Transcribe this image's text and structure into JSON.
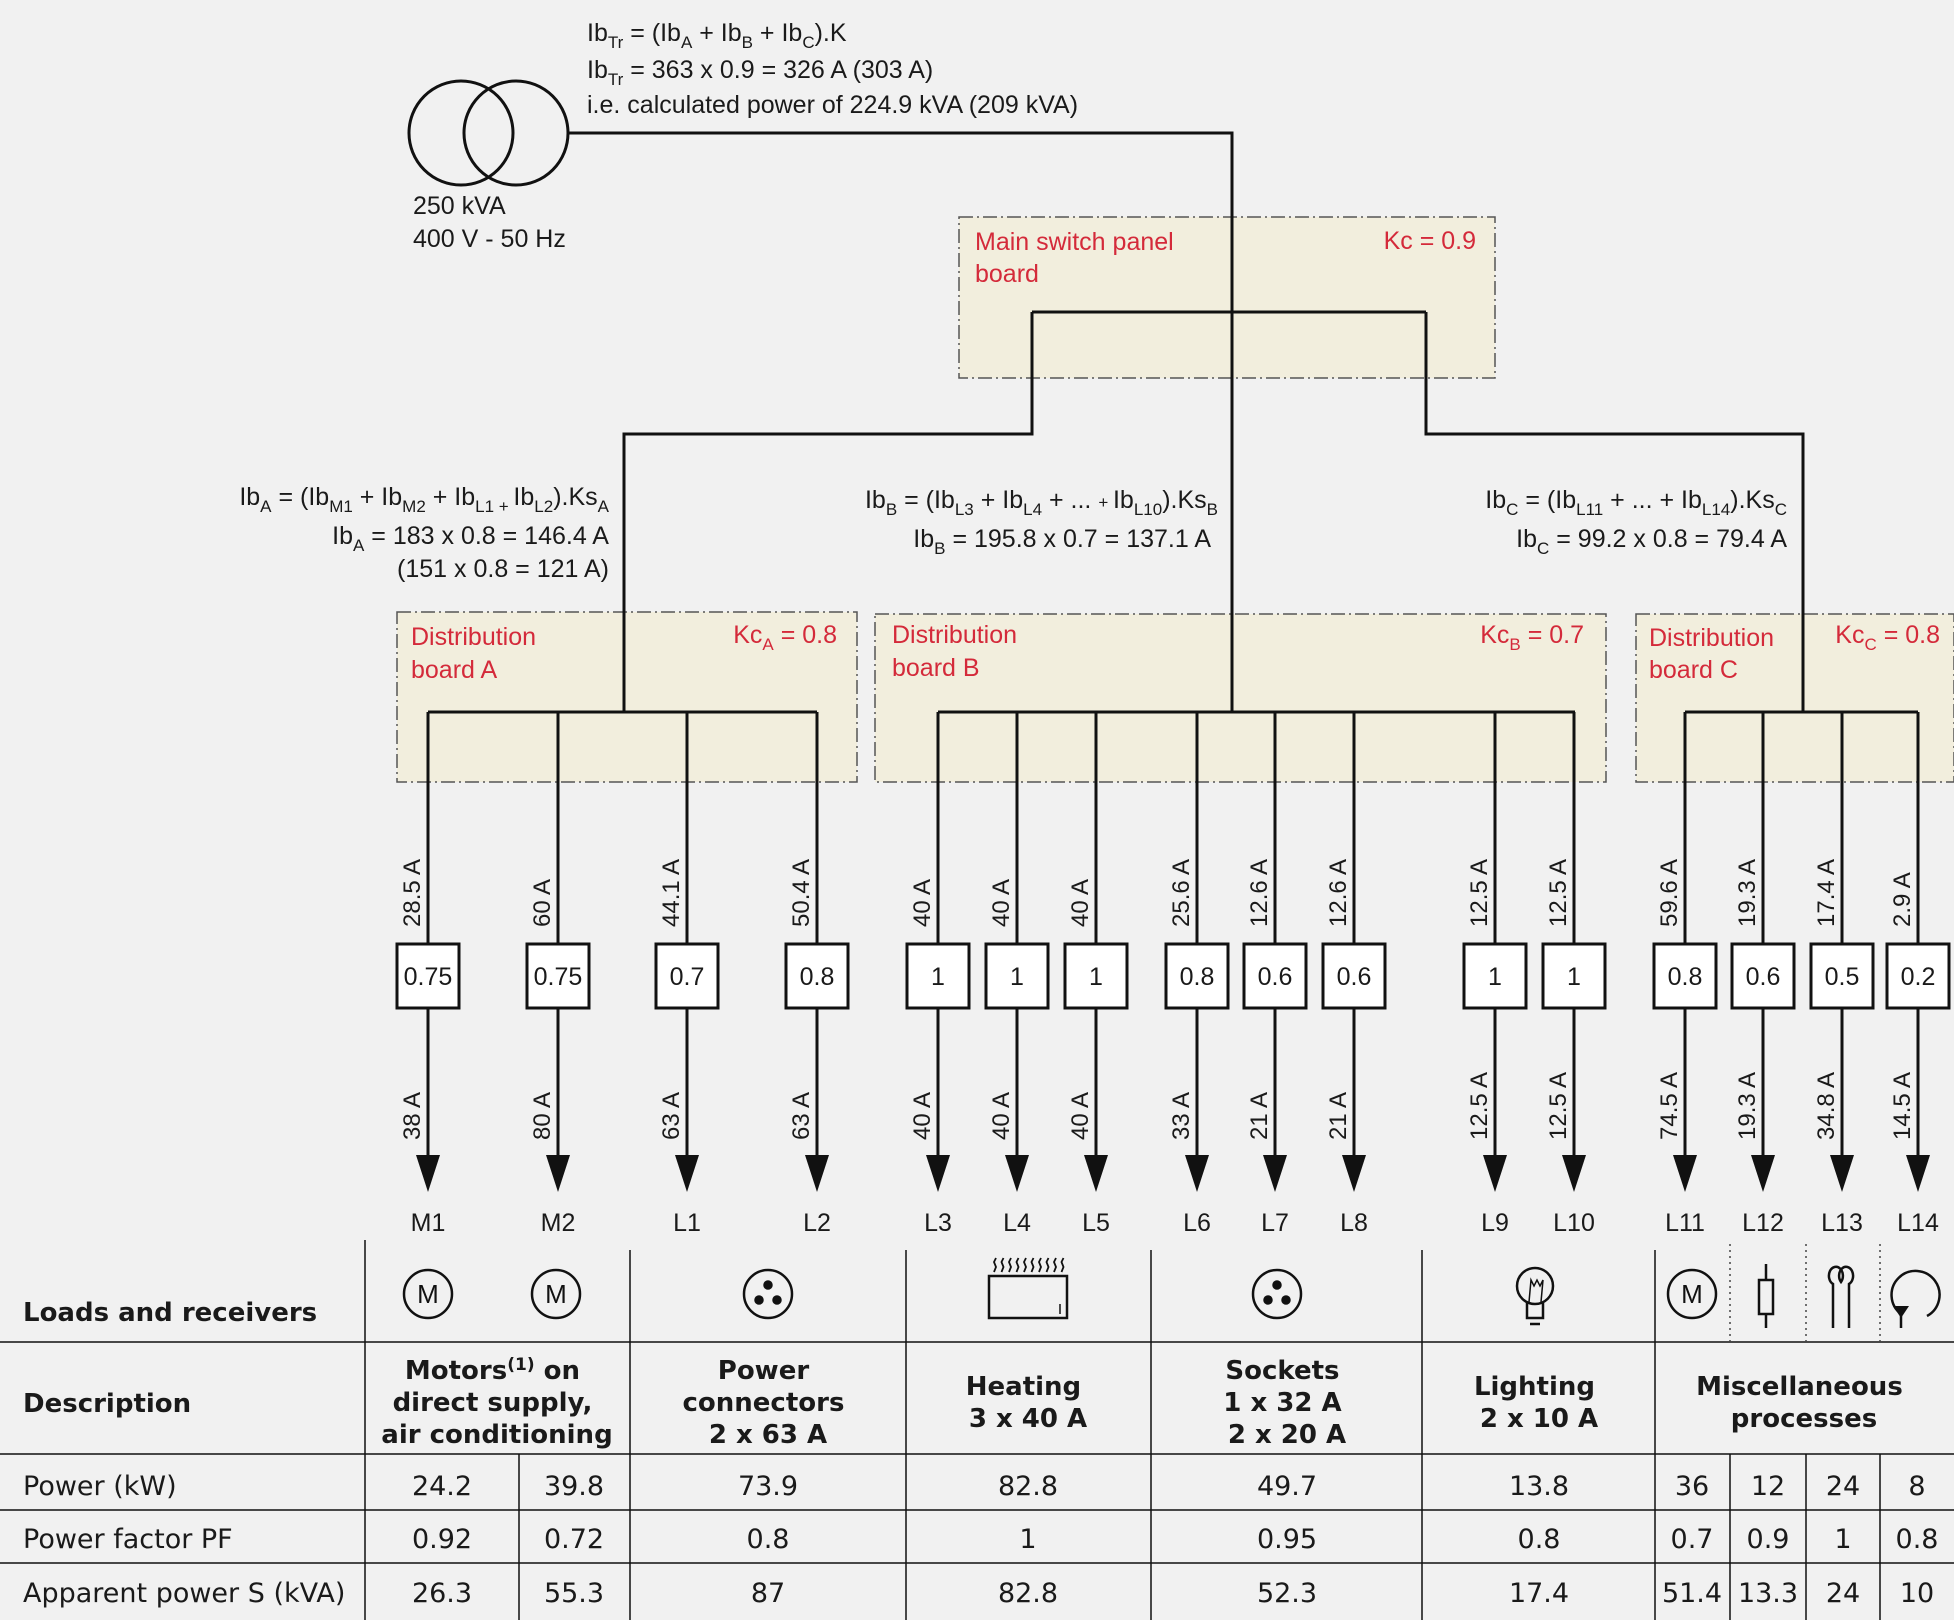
{
  "transformer": {
    "formula_lines": [
      "IbTr = (IbA + IbB + IbC).K",
      "IbTr = 363 x 0.9 = 326 A (303 A)",
      "i.e. calculated power of 224.9 kVA (209 kVA)"
    ],
    "rating": "250 kVA",
    "voltage": "400 V - 50 Hz"
  },
  "main_board": {
    "label": [
      "Main switch panel",
      "board"
    ],
    "kc": "Kc = 0.9"
  },
  "branch_formulas": {
    "A": [
      "IbA = (IbM1 + IbM2 + IbL1 + IbL2).KsA",
      "IbA = 183 x 0.8 = 146.4 A",
      "(151 x 0.8 = 121 A)"
    ],
    "B": [
      "IbB = (IbL3 + IbL4 + ... + IbL10).KsB",
      "IbB = 195.8 x 0.7 = 137.1 A"
    ],
    "C": [
      "IbC = (IbL11 + ... + IbL14).KsC",
      "IbC = 99.2 x 0.8 = 79.4 A"
    ]
  },
  "distribution_boards": [
    {
      "label": [
        "Distribution",
        "board A"
      ],
      "kc": "KcA = 0.8"
    },
    {
      "label": [
        "Distribution",
        "board B"
      ],
      "kc": "KcB = 0.7"
    },
    {
      "label": [
        "Distribution",
        "board C"
      ],
      "kc": "KcC = 0.8"
    }
  ],
  "circuits": [
    {
      "name": "M1",
      "ib": "28.5 A",
      "factor": "0.75",
      "rated": "38 A"
    },
    {
      "name": "M2",
      "ib": "60 A",
      "factor": "0.75",
      "rated": "80 A"
    },
    {
      "name": "L1",
      "ib": "44.1 A",
      "factor": "0.7",
      "rated": "63 A"
    },
    {
      "name": "L2",
      "ib": "50.4 A",
      "factor": "0.8",
      "rated": "63 A"
    },
    {
      "name": "L3",
      "ib": "40 A",
      "factor": "1",
      "rated": "40 A"
    },
    {
      "name": "L4",
      "ib": "40 A",
      "factor": "1",
      "rated": "40 A"
    },
    {
      "name": "L5",
      "ib": "40 A",
      "factor": "1",
      "rated": "40 A"
    },
    {
      "name": "L6",
      "ib": "25.6 A",
      "factor": "0.8",
      "rated": "33 A"
    },
    {
      "name": "L7",
      "ib": "12.6 A",
      "factor": "0.6",
      "rated": "21 A"
    },
    {
      "name": "L8",
      "ib": "12.6 A",
      "factor": "0.6",
      "rated": "21 A"
    },
    {
      "name": "L9",
      "ib": "12.5 A",
      "factor": "1",
      "rated": "12.5 A"
    },
    {
      "name": "L10",
      "ib": "12.5 A",
      "factor": "1",
      "rated": "12.5 A"
    },
    {
      "name": "L11",
      "ib": "59.6 A",
      "factor": "0.8",
      "rated": "74.5 A"
    },
    {
      "name": "L12",
      "ib": "19.3 A",
      "factor": "0.6",
      "rated": "19.3 A"
    },
    {
      "name": "L13",
      "ib": "17.4 A",
      "factor": "0.5",
      "rated": "34.8 A"
    },
    {
      "name": "L14",
      "ib": "2.9 A",
      "factor": "0.2",
      "rated": "14.5 A"
    }
  ],
  "table": {
    "row_labels": {
      "loads": "Loads and receivers",
      "description": "Description",
      "power": "Power (kW)",
      "pf": "Power factor PF",
      "apparent": "Apparent power S (kVA)"
    },
    "descriptions": [
      {
        "lines": [
          "Motors(1) on",
          "direct supply,",
          "air conditioning"
        ]
      },
      {
        "lines": [
          "Power",
          "connectors",
          "2 x 63 A"
        ]
      },
      {
        "lines": [
          "Heating",
          "3 x 40 A"
        ]
      },
      {
        "lines": [
          "Sockets",
          "1 x 32 A",
          "2 x 20 A"
        ]
      },
      {
        "lines": [
          "Lighting",
          "2 x 10 A"
        ]
      },
      {
        "lines": [
          "Miscellaneous",
          "processes"
        ]
      }
    ],
    "power": [
      "24.2",
      "39.8",
      "73.9",
      "82.8",
      "49.7",
      "13.8",
      "36",
      "12",
      "24",
      "8"
    ],
    "pf": [
      "0.92",
      "0.72",
      "0.8",
      "1",
      "0.95",
      "0.8",
      "0.7",
      "0.9",
      "1",
      "0.8"
    ],
    "apparent": [
      "26.3",
      "55.3",
      "87",
      "82.8",
      "52.3",
      "17.4",
      "51.4",
      "13.3",
      "24",
      "10"
    ],
    "icons": [
      "motor-icon",
      "motor-icon",
      "socket-icon",
      "heater-icon",
      "socket-icon",
      "lamp-icon",
      "motor-icon",
      "resistor-icon",
      "coil-icon",
      "rotating-arrow-icon"
    ]
  }
}
